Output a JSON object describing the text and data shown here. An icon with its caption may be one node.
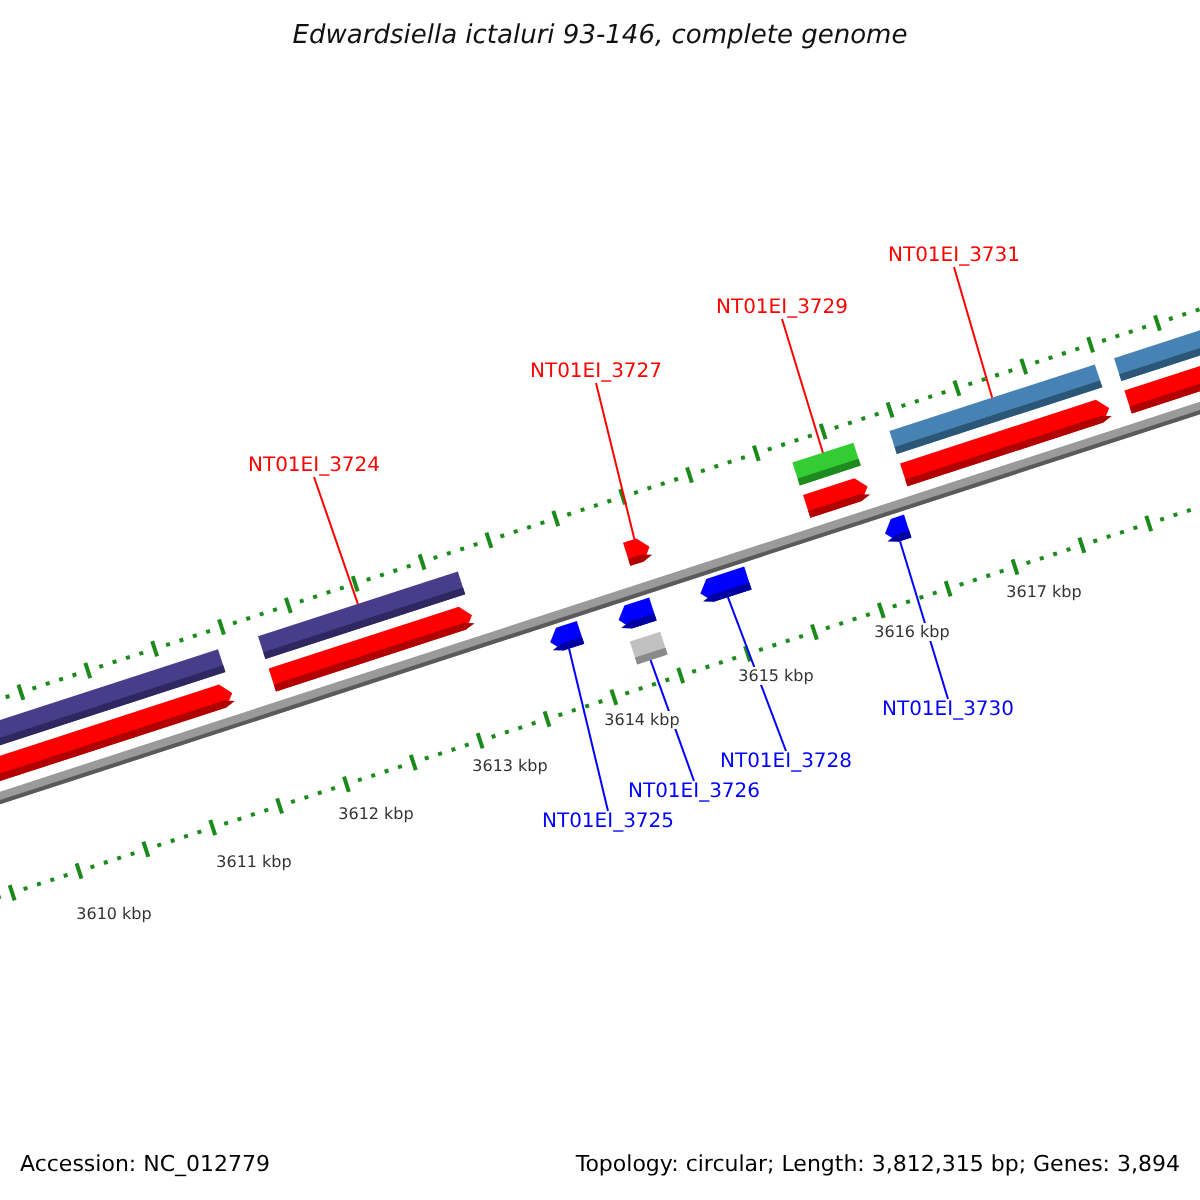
{
  "diagram": {
    "title": "Edwardsiella ictaluri 93-146, complete genome",
    "nodes": [
      {
        "text": [
          "NT01EI_3731"
        ]
      },
      {
        "text": [
          "NT01EI_3729"
        ]
      },
      {
        "text": [
          "NT01EI_3727"
        ]
      },
      {
        "text": [
          "NT01EI_3724"
        ]
      },
      {
        "text": [
          "NT01EI_3730"
        ]
      },
      {
        "text": [
          "NT01EI_3728"
        ]
      },
      {
        "text": [
          "NT01EI_3726"
        ]
      },
      {
        "text": [
          "NT01EI_3725"
        ]
      },
      {
        "text": [],
        "shape": "bar"
      },
      {
        "text": [],
        "shape": "bar"
      },
      {
        "text": [],
        "shape": "bar"
      },
      {
        "text": [],
        "shape": "bar"
      },
      {
        "text": [],
        "shape": "bar"
      },
      {
        "text": [],
        "shape": "bar"
      },
      {
        "text": [],
        "shape": "bar"
      },
      {
        "text": [],
        "shape": "bar"
      },
      {
        "text": [],
        "shape": "bar"
      },
      {
        "text": [],
        "shape": "bar"
      }
    ],
    "edges": [
      {
        "from": 0,
        "to": 16,
        "arrow": "none",
        "color": "#ff0000"
      },
      {
        "from": 1,
        "to": 14,
        "arrow": "none",
        "color": "#ff0000"
      },
      {
        "from": 2,
        "to": 12,
        "arrow": "none",
        "color": "#ff0000"
      },
      {
        "from": 3,
        "to": 9,
        "arrow": "none",
        "color": "#ff0000"
      },
      {
        "from": 4,
        "to": 15,
        "arrow": "none",
        "color": "#0000ff"
      },
      {
        "from": 5,
        "to": 13,
        "arrow": "none",
        "color": "#0000ff"
      },
      {
        "from": 6,
        "to": 11,
        "arrow": "none",
        "color": "#0000ff"
      },
      {
        "from": 7,
        "to": 10,
        "arrow": "none",
        "color": "#0000ff"
      }
    ],
    "labels": [
      "3617 kbp",
      "3616 kbp",
      "3615 kbp",
      "3614 kbp",
      "3613 kbp",
      "3612 kbp",
      "3611 kbp",
      "3610 kbp",
      "Accession: NC_012779",
      "Topology: circular; Length: 3,812,315 bp; Genes: 3,894"
    ]
  }
}
